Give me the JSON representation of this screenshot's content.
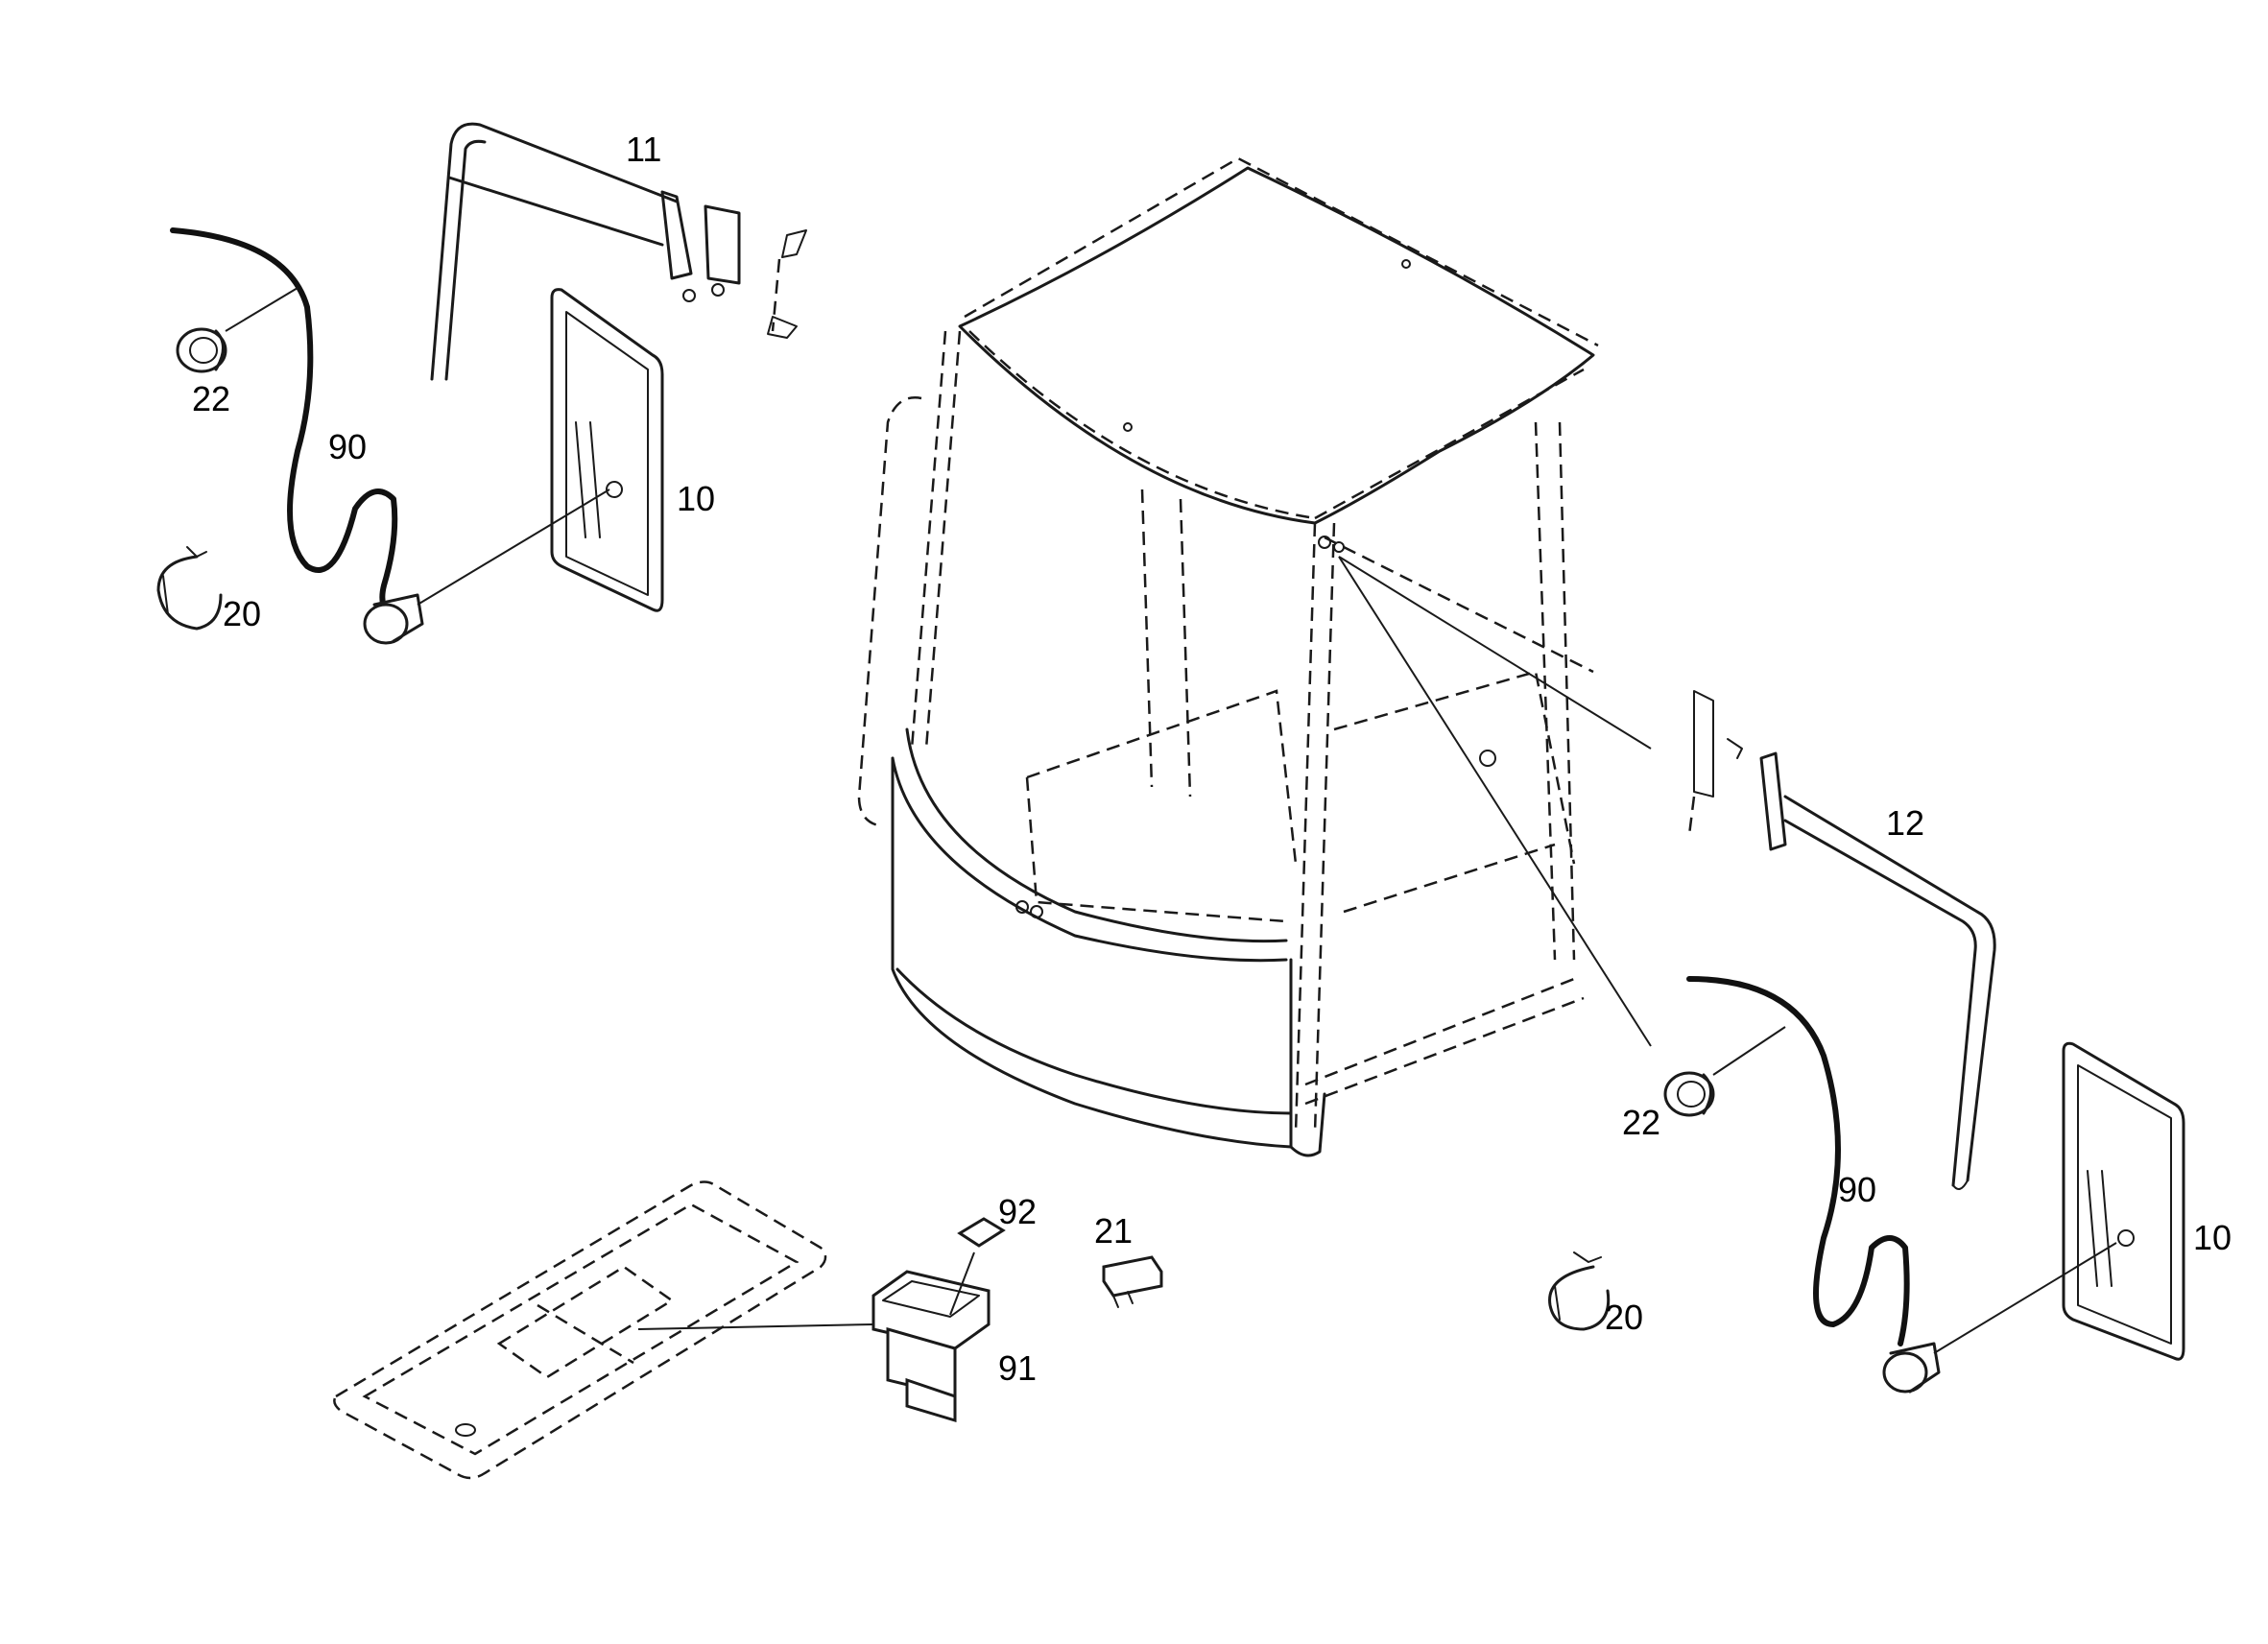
{
  "callouts": {
    "c11": "11",
    "c12": "12",
    "c22_left": "22",
    "c22_right": "22",
    "c90_left": "90",
    "c90_right": "90",
    "c10_left": "10",
    "c10_right": "10",
    "c20_left": "20",
    "c20_right": "20",
    "c92": "92",
    "c21": "21",
    "c91": "91"
  }
}
